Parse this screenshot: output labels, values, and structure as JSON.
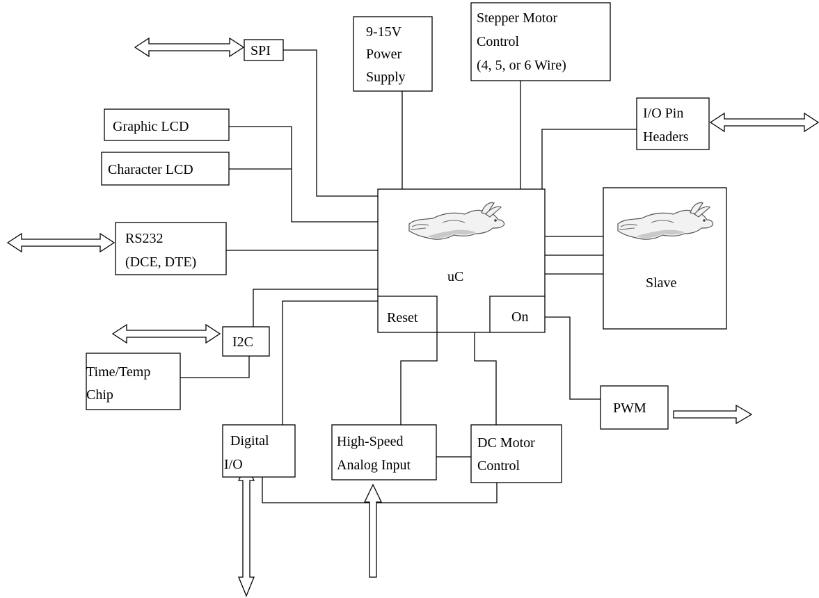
{
  "diagram": {
    "spi": "SPI",
    "power": [
      "9-15V",
      "Power",
      "Supply"
    ],
    "stepper": [
      "Stepper Motor",
      "Control",
      "(4, 5, or 6 Wire)"
    ],
    "io_headers": [
      "I/O Pin",
      "Headers"
    ],
    "graphic_lcd": "Graphic LCD",
    "character_lcd": "Character LCD",
    "rs232": [
      "RS232",
      "(DCE, DTE)"
    ],
    "uc": "uC",
    "reset": "Reset",
    "on": "On",
    "slave": "Slave",
    "i2c": "I2C",
    "timetemp": [
      "Time/Temp",
      "Chip"
    ],
    "pwm": "PWM",
    "digital_io": [
      "Digital",
      "I/O"
    ],
    "analog": [
      "High-Speed",
      "Analog Input"
    ],
    "dc_motor": [
      "DC Motor",
      "Control"
    ]
  }
}
